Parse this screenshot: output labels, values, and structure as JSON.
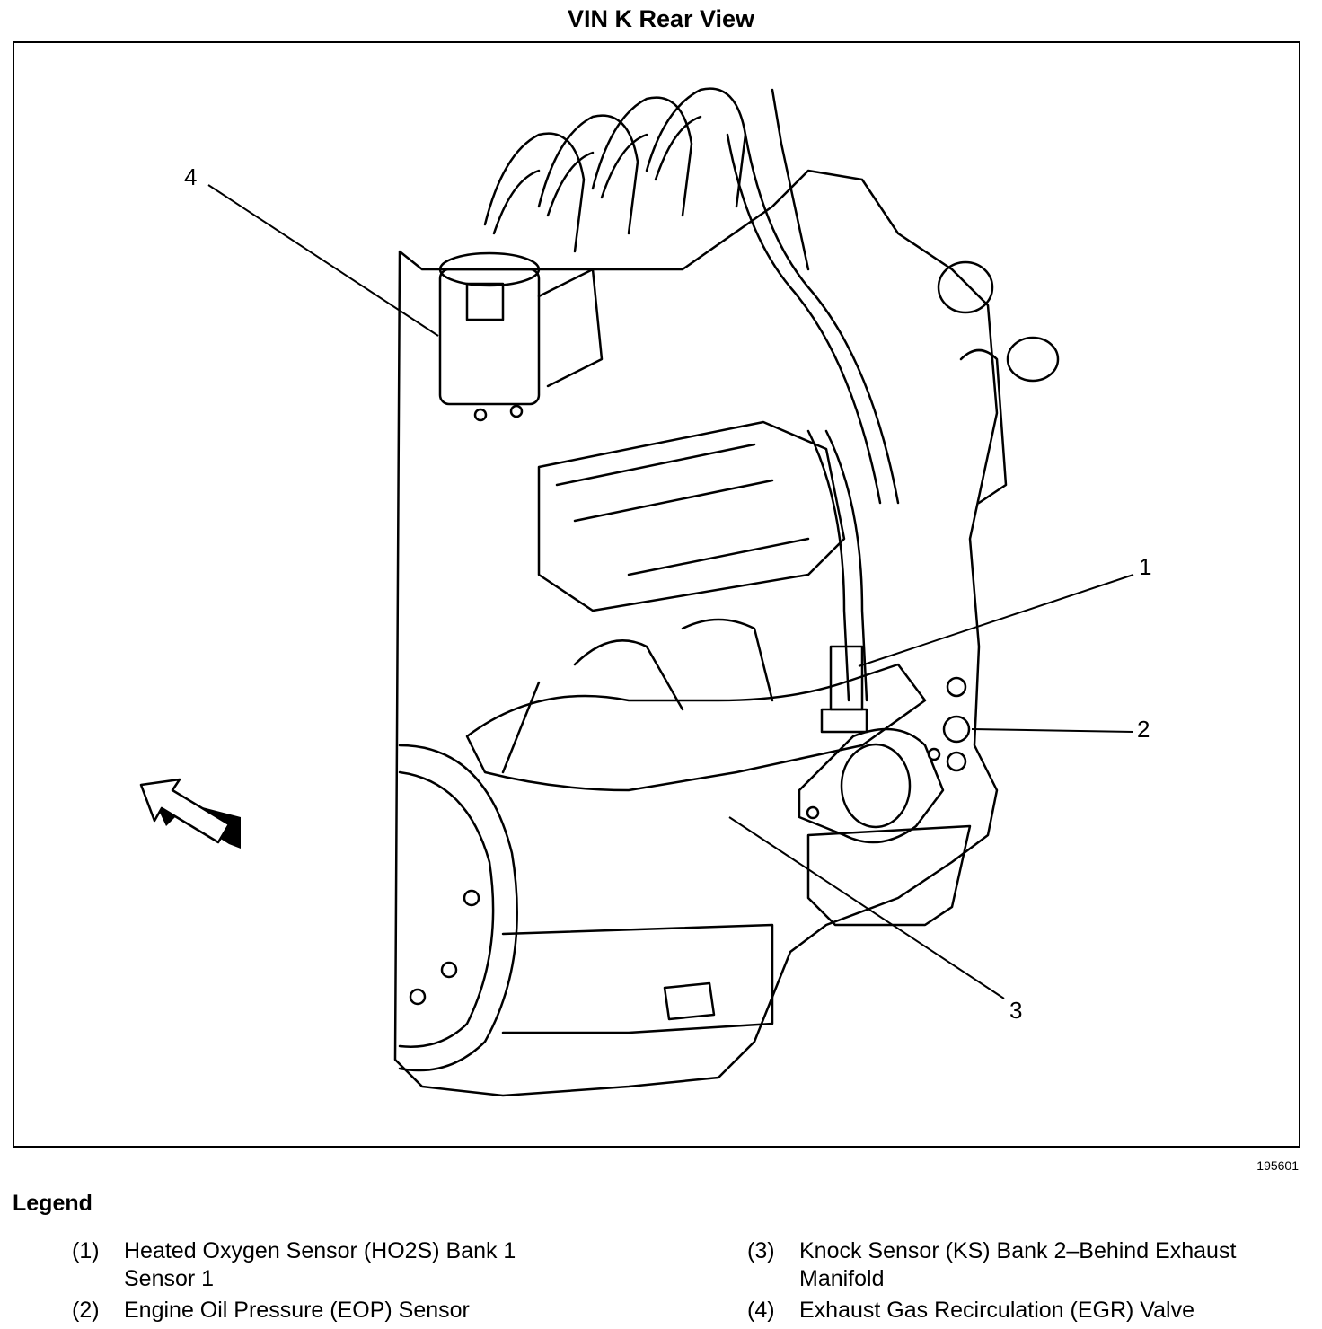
{
  "title": "VIN K Rear View",
  "figure_id": "195601",
  "callouts": {
    "c1": "1",
    "c2": "2",
    "c3": "3",
    "c4": "4"
  },
  "legend": {
    "heading": "Legend",
    "items": [
      {
        "num": "(1)",
        "text": "Heated Oxygen Sensor (HO2S) Bank 1 Sensor 1"
      },
      {
        "num": "(2)",
        "text": "Engine Oil Pressure (EOP) Sensor"
      },
      {
        "num": "(3)",
        "text": "Knock Sensor (KS) Bank 2–Behind Exhaust Manifold"
      },
      {
        "num": "(4)",
        "text": "Exhaust Gas Recirculation (EGR) Valve"
      }
    ]
  }
}
